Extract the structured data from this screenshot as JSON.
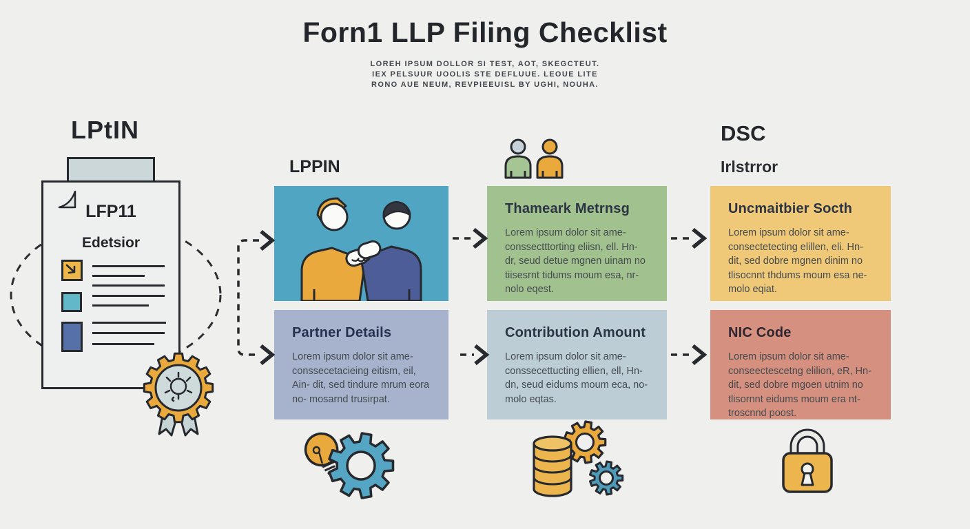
{
  "header": {
    "title": "Forn1 LLP Filing Checklist",
    "subtitle_lines": [
      "LOREH IPSUM DOLLOR SI TEST, AOT, SKEGCTEUT.",
      "IEX PELSUUR UOOLIS STE DEFLUUE. LEOUE LITE",
      "RONO AUE NEUM, REVPIEEUISL BY UGHI, NOUHA."
    ]
  },
  "left_panel": {
    "heading": "LPtIN",
    "document": {
      "title": "LFP11",
      "subtitle": "Edetsior",
      "badge_icon": "award-seal-lightbulb"
    }
  },
  "flow": {
    "llpin": {
      "heading": "LPPIN",
      "icon": "handshake-illustration",
      "color": "#4fa5c2"
    },
    "name_reservation": {
      "title": "Thameark Metrnsg",
      "body": "Lorem ipsum dolor sit ame- conssectttorting eliisn, ell. Hn- dr, seud detue mgnen uinam no tiisesrnt tidums moum esa, nr- nolo eqest.",
      "color": "#a1c28e"
    },
    "dsc": {
      "heading": "DSC",
      "subheading": "Irlstrror",
      "title": "Uncmaitbier Socth",
      "body": "Lorem ipsum dolor sit ame- consectetecting elillen, eli. Hn- dit, sed dobre mgnen dinim no tlisocnnt thdums moum esa ne- molo eqiat.",
      "color": "#efc977"
    },
    "partner_details": {
      "title": "Partner Details",
      "body": "Lorem ipsum dolor sit ame- conssecetacieing eitism, eil, Ain- dit, sed tindure mrum eora no- mosarnd trusirpat.",
      "color": "#a7b2cd"
    },
    "contribution": {
      "title": "Contribution Amount",
      "body": "Lorem ipsum dolor sit ame- conssecettucting ellien, ell, Hn- dn, seud eidums moum eca, no- molo eqtas.",
      "color": "#bccdd5"
    },
    "nic_code": {
      "title": "NIC Code",
      "body": "Lorem ipsum dolor sit ame- conseectescetng elilion, eR, Hn- dit, sed dobre mgoen utnim no tlisornnt eidums moum era nt- troscnnd poost.",
      "color": "#d5907f"
    }
  },
  "icons": {
    "partners": "two-people-icon",
    "idea": "lightbulb-gear-icon",
    "money": "coins-gears-icon",
    "security": "padlock-icon"
  },
  "colors": {
    "background": "#eff0ed",
    "outline": "#26292e",
    "accent_orange": "#e9a93d",
    "accent_teal": "#54a6c4",
    "accent_navy": "#4c5d97"
  }
}
